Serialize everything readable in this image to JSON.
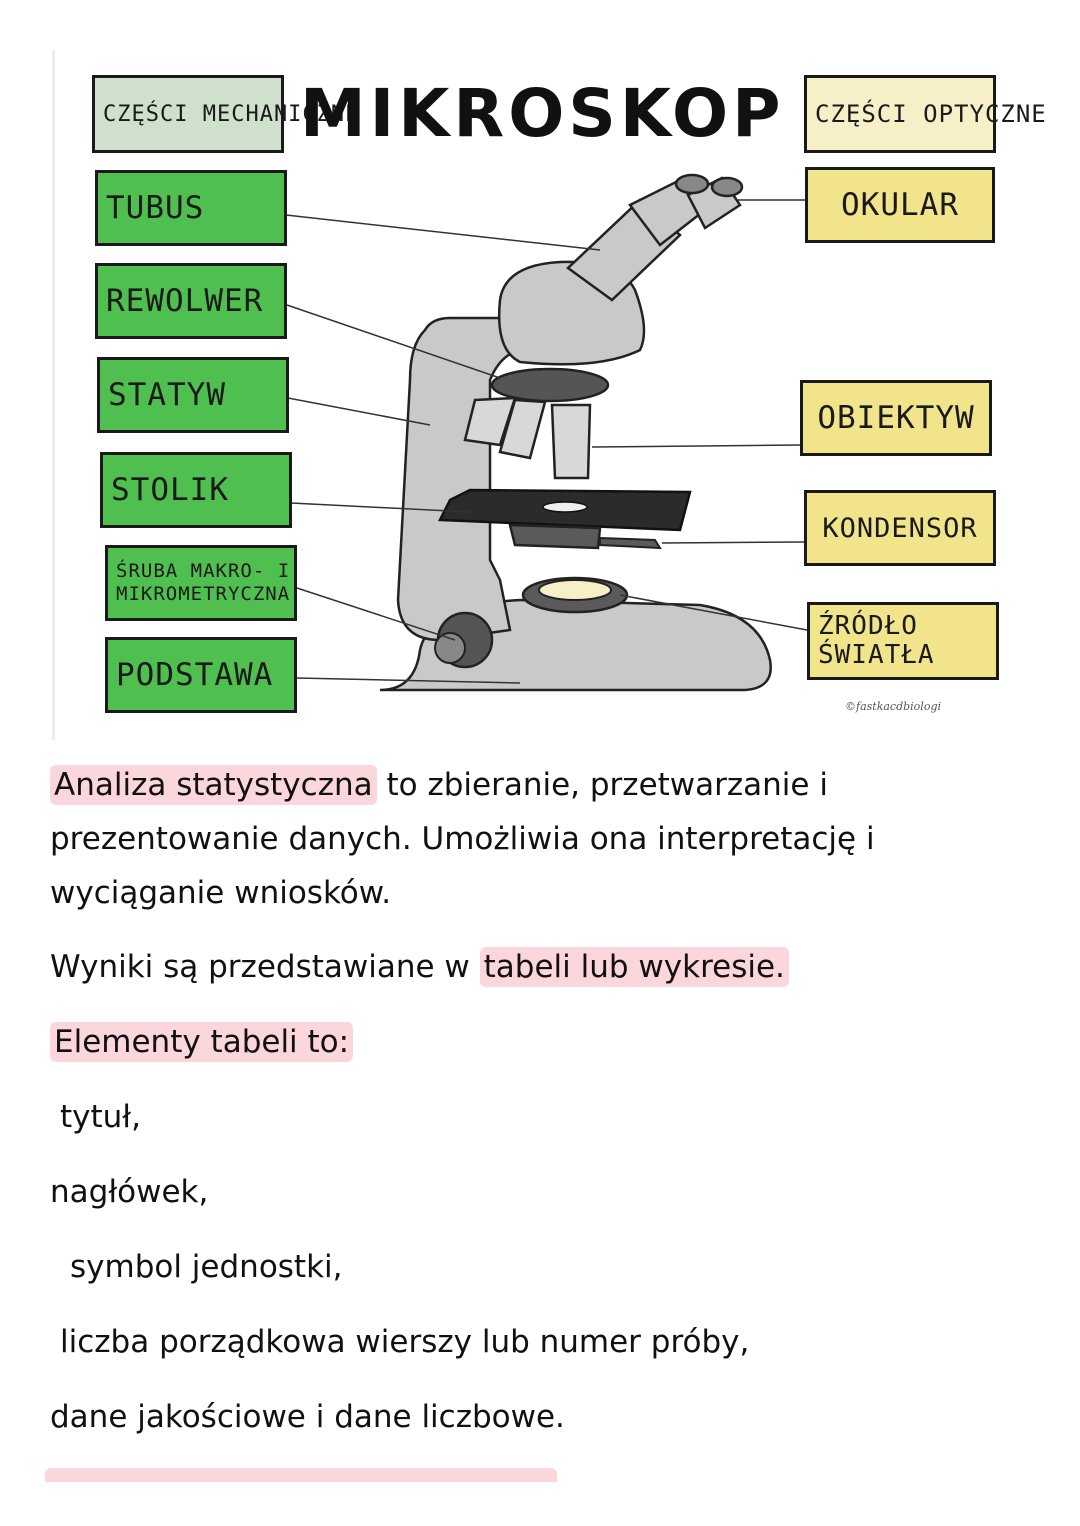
{
  "diagram": {
    "title": "MIKROSKOP",
    "mechanical_header": "CZĘŚCI MECHANICZNE",
    "optical_header": "CZĘŚCI OPTYCZNE",
    "mechanical_parts": [
      "TUBUS",
      "REWOLWER",
      "STATYW",
      "STOLIK",
      "ŚRUBA MAKRO- I MIKROMETRYCZNA",
      "PODSTAWA"
    ],
    "optical_parts": [
      "OKULAR",
      "OBIEKTYW",
      "KONDENSOR",
      "ŹRÓDŁO ŚWIATŁA"
    ],
    "credit": "©fastkacdbiologi",
    "colors": {
      "mechanical": "#4fbf4f",
      "optical": "#f2e48a",
      "microscope_body": "#c9c9c9",
      "highlight": "#fbd7dc"
    }
  },
  "text": {
    "para1_highlight": "Analiza statystyczna",
    "para1_rest": " to zbieranie, przetwarzanie i prezentowanie danych. Umożliwia ona interpretację i wyciąganie wniosków.",
    "para2_start": "Wyniki są przedstawiane w ",
    "para2_highlight": "tabeli lub wykresie.",
    "para3_highlight": "Elementy tabeli to:",
    "list": [
      "tytuł,",
      "nagłówek,",
      "symbol jednostki,",
      "liczba porządkowa wierszy lub numer próby,",
      "dane jakościowe i dane liczbowe."
    ]
  }
}
